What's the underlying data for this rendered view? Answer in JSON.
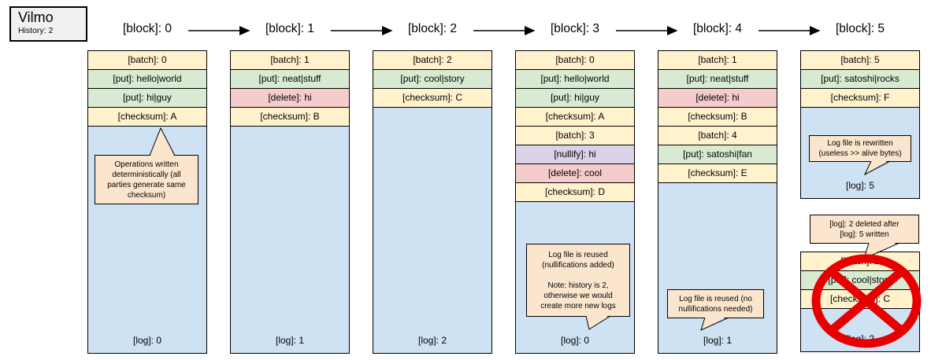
{
  "app": {
    "title": "Vilmo",
    "subtitle": "History: 2"
  },
  "palette": {
    "batch": "#fff2cc",
    "checksum": "#fff2cc",
    "put": "#d9ead3",
    "delete": "#f4cccc",
    "nullify": "#d9d2e9",
    "log": "#cfe2f3",
    "callout": "#fce5cd",
    "panel": "#f1f1f1",
    "prohibition": "#e60000",
    "border": "#000000",
    "arrow": "#000000"
  },
  "blocks": [
    {
      "label": "[block]: 0",
      "rows": [
        {
          "type": "batch",
          "text": "[batch]: 0"
        },
        {
          "type": "put",
          "text": "[put]: hello|world"
        },
        {
          "type": "put",
          "text": "[put]: hi|guy"
        },
        {
          "type": "checksum",
          "text": "[checksum]: A"
        }
      ],
      "log": "[log]: 0"
    },
    {
      "label": "[block]: 1",
      "rows": [
        {
          "type": "batch",
          "text": "[batch]: 1"
        },
        {
          "type": "put",
          "text": "[put]: neat|stuff"
        },
        {
          "type": "delete",
          "text": "[delete]: hi"
        },
        {
          "type": "checksum",
          "text": "[checksum]: B"
        }
      ],
      "log": "[log]: 1"
    },
    {
      "label": "[block]: 2",
      "rows": [
        {
          "type": "batch",
          "text": "[batch]: 2"
        },
        {
          "type": "put",
          "text": "[put]: cool|story"
        },
        {
          "type": "checksum",
          "text": "[checksum]: C"
        }
      ],
      "log": "[log]: 2"
    },
    {
      "label": "[block]: 3",
      "rows": [
        {
          "type": "batch",
          "text": "[batch]: 0"
        },
        {
          "type": "put",
          "text": "[put]: hello|world"
        },
        {
          "type": "put",
          "text": "[put]: hi|guy"
        },
        {
          "type": "checksum",
          "text": "[checksum]: A"
        },
        {
          "type": "batch",
          "text": "[batch]: 3"
        },
        {
          "type": "nullify",
          "text": "[nullify]: hi"
        },
        {
          "type": "delete",
          "text": "[delete]: cool"
        },
        {
          "type": "checksum",
          "text": "[checksum]: D"
        }
      ],
      "log": "[log]: 0"
    },
    {
      "label": "[block]: 4",
      "rows": [
        {
          "type": "batch",
          "text": "[batch]: 1"
        },
        {
          "type": "put",
          "text": "[put]: neat|stuff"
        },
        {
          "type": "delete",
          "text": "[delete]: hi"
        },
        {
          "type": "checksum",
          "text": "[checksum]: B"
        },
        {
          "type": "batch",
          "text": "[batch]: 4"
        },
        {
          "type": "put",
          "text": "[put]: satoshi|fan"
        },
        {
          "type": "checksum",
          "text": "[checksum]: E"
        }
      ],
      "log": "[log]: 1"
    },
    {
      "label": "[block]: 5",
      "rows": [
        {
          "type": "batch",
          "text": "[batch]: 5"
        },
        {
          "type": "put",
          "text": "[put]: satoshi|rocks"
        },
        {
          "type": "checksum",
          "text": "[checksum]: F"
        }
      ],
      "log": "[log]: 5"
    }
  ],
  "deleted_log": {
    "rows": [
      {
        "type": "batch",
        "text": "[batch]: 2"
      },
      {
        "type": "put",
        "text": "[put]: cool|story"
      },
      {
        "type": "checksum",
        "text": "[checksum]: C"
      }
    ],
    "log": "[log]: 2"
  },
  "callouts": [
    {
      "id": "deterministic",
      "text": "Operations written\ndeterministically (all\nparties generate same\nchecksum)"
    },
    {
      "id": "log-reused-nullifications",
      "text": "Log file is reused\n(nullifications added)\n\nNote: history is 2,\notherwise we would\ncreate more new logs"
    },
    {
      "id": "log-reused-no-nullifications",
      "text": "Log file is reused (no\nnullifications needed)"
    },
    {
      "id": "log-rewritten",
      "text": "Log file is rewritten\n(useless >> alive bytes)"
    },
    {
      "id": "log-deleted",
      "text": "[log]: 2 deleted after\n[log]: 5 written"
    }
  ]
}
